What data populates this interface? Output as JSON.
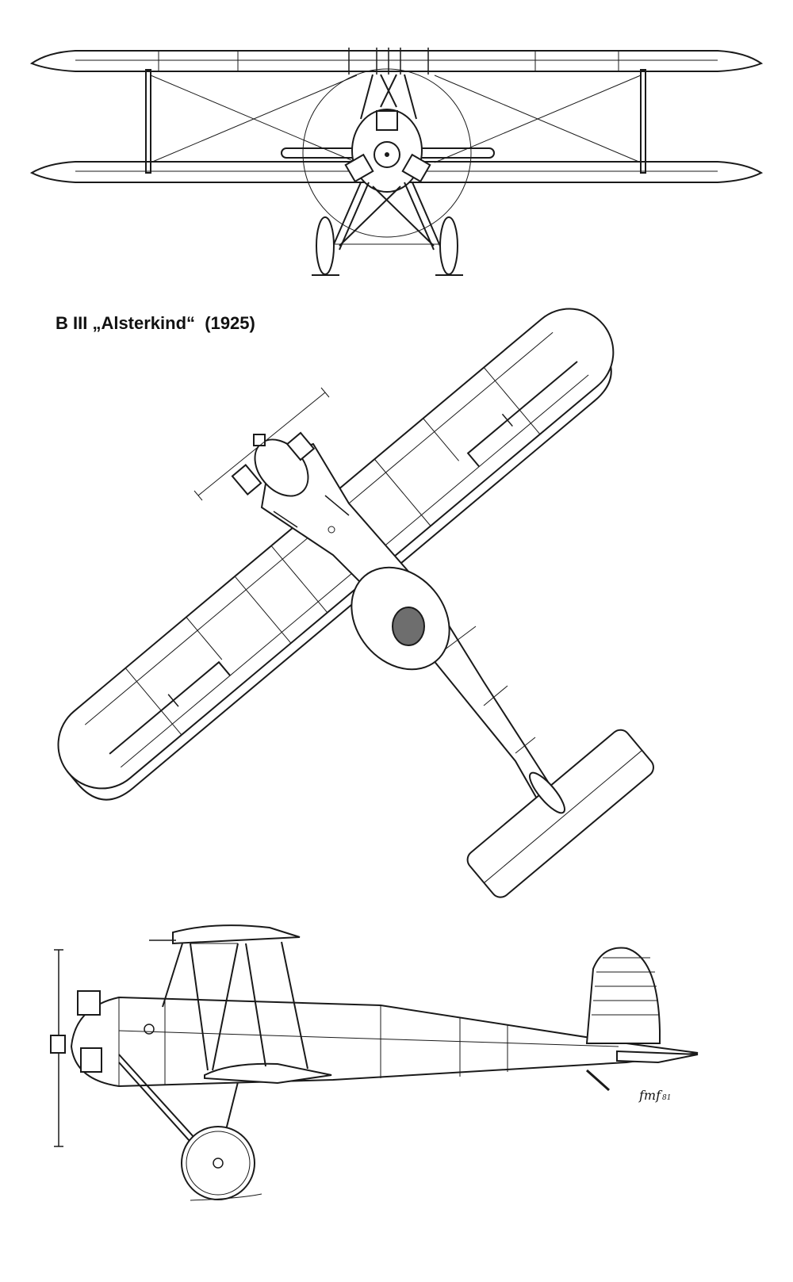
{
  "drawing": {
    "title": "B III „Alsterkind“  (1925)",
    "signature": "fmf",
    "signature_year": "81",
    "views": [
      "front-view",
      "top-view",
      "side-view"
    ],
    "colors": {
      "line": "#1a1a1a",
      "roundel": "#6e6e6e",
      "background": "#ffffff"
    }
  }
}
